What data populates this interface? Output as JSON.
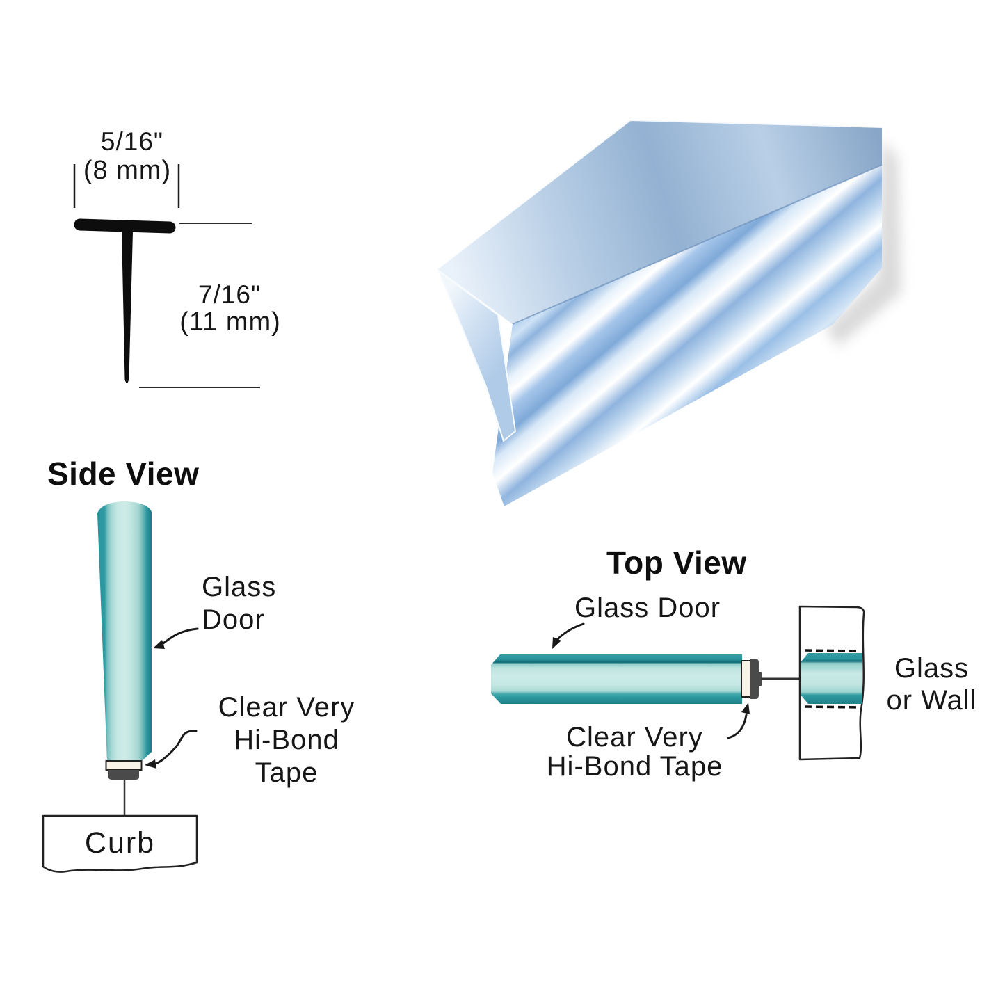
{
  "dimension_diagram": {
    "width_in": "5/16\"",
    "width_mm": "(8 mm)",
    "height_in": "7/16\"",
    "height_mm": "(11 mm)"
  },
  "side_view": {
    "title": "Side View",
    "glass_door_label": [
      "Glass",
      "Door"
    ],
    "tape_label": [
      "Clear Very",
      "Hi-Bond",
      "Tape"
    ],
    "curb_label": "Curb"
  },
  "top_view": {
    "title": "Top View",
    "glass_door_label": "Glass Door",
    "tape_label": [
      "Clear Very",
      "Hi-Bond Tape"
    ],
    "wall_label": [
      "Glass",
      "or Wall"
    ]
  },
  "colors": {
    "glass_teal_dark": "#2D98A0",
    "glass_teal_light": "#CFECE7",
    "tape_white": "#F7F3E7",
    "seal_gray": "#4A4A4A",
    "line_black": "#1A1A1A",
    "render_blue_light": "#DDEAF8",
    "render_blue_mid": "#8FB4DE"
  }
}
